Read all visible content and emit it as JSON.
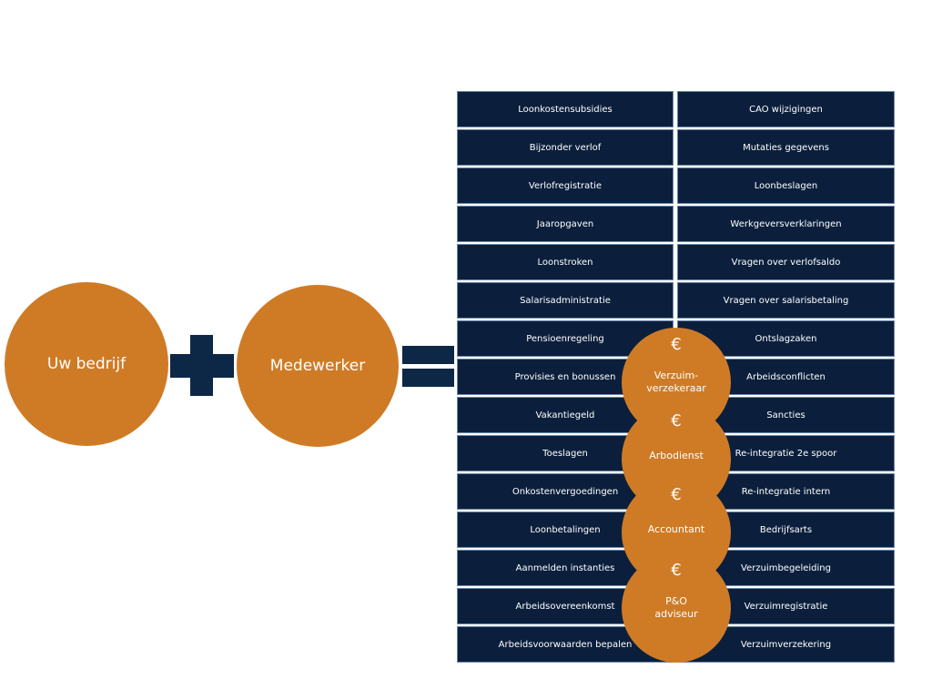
{
  "left_side": {
    "company": "Uw bedrijf",
    "employee": "Medewerker"
  },
  "tasks": {
    "left": [
      "Loonkostensubsidies",
      "Bijzonder verlof",
      "Verlofregistratie",
      "Jaaropgaven",
      "Loonstroken",
      "Salarisadministratie",
      "Pensioenregeling",
      "Provisies en bonussen",
      "Vakantiegeld",
      "Toeslagen",
      "Onkostenvergoedingen",
      "Loonbetalingen",
      "Aanmelden instanties",
      "Arbeidsovereenkomst",
      "Arbeidsvoorwaarden bepalen"
    ],
    "right": [
      "CAO wijzigingen",
      "Mutaties gegevens",
      "Loonbeslagen",
      "Werkgeversverklaringen",
      "Vragen over verlofsaldo",
      "Vragen over salarisbetaling",
      "Ontslagzaken",
      "Arbeidsconflicten",
      "Sancties",
      "Re-integratie 2e spoor",
      "Re-integratie intern",
      "Bedrijfsarts",
      "Verzuimbegeleiding",
      "Verzuimregistratie",
      "Verzuimverzekering"
    ]
  },
  "providers": [
    {
      "currency": "€",
      "line1": "Verzuim-",
      "line2": "verzekeraar"
    },
    {
      "currency": "€",
      "line1": "Arbodienst",
      "line2": ""
    },
    {
      "currency": "€",
      "line1": "Accountant",
      "line2": ""
    },
    {
      "currency": "€",
      "line1": "P&O",
      "line2": "adviseur"
    }
  ],
  "colors": {
    "accent": "#cf7b26",
    "navy": "#0b1f3c",
    "cell_border": "#6a86a8"
  }
}
